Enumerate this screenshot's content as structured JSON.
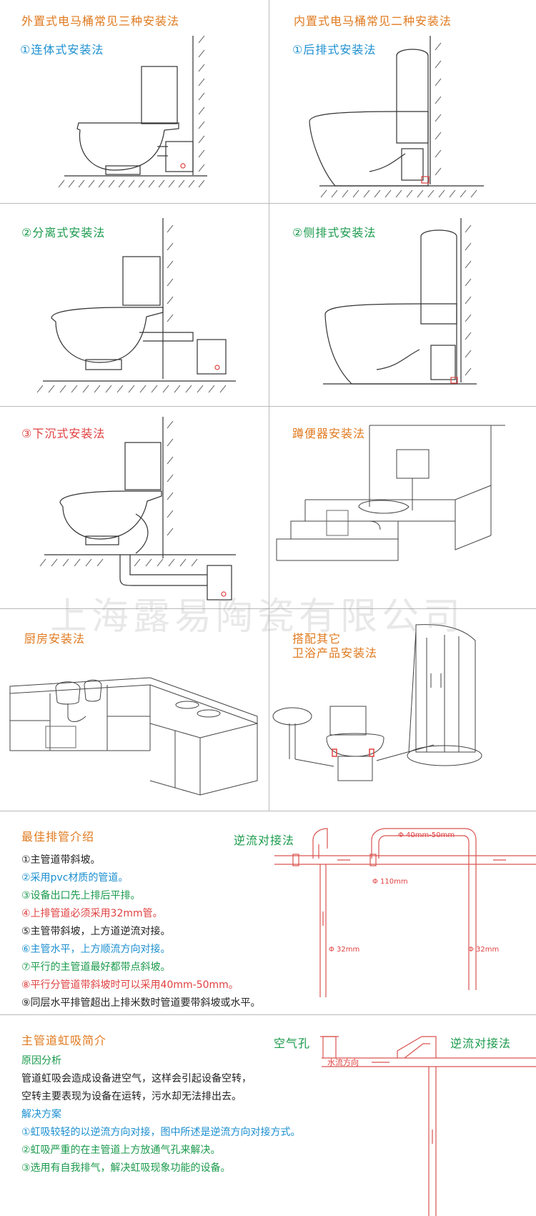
{
  "panels": {
    "ext_title": "外置式电马桶常见三种安装法",
    "int_title": "内置式电马桶常见二种安装法",
    "p1": "①连体式安装法",
    "p2": "①后排式安装法",
    "p3": "②分离式安装法",
    "p4": "②侧排式安装法",
    "p5": "③下沉式安装法",
    "p6": "蹲便器安装法",
    "p7": "厨房安装法",
    "p8a": "搭配其它",
    "p8b": "卫浴产品安装法"
  },
  "watermark": "上海露易陶瓷有限公司",
  "pipes": {
    "title": "最佳排管介绍",
    "diagram_title": "逆流对接法",
    "label_40": "Φ 40mm-50mm",
    "label_110": "Φ 110mm",
    "label_32a": "Φ 32mm",
    "label_32b": "Φ 32mm",
    "items": [
      "①主管道带斜坡。",
      "②采用pvc材质的管道。",
      "③设备出口先上排后平排。",
      "④上排管道必须采用32mm管。",
      "⑤主管带斜坡，上方道逆流对接。",
      "⑥主管水平，上方顺流方向对接。",
      "⑦平行的主管道最好都带点斜坡。",
      "⑧平行分管道带斜坡时可以采用40mm-50mm。",
      "⑨同层水平排管超出上排米数时管道要带斜坡或水平。"
    ]
  },
  "siphon": {
    "title": "主管道虹吸简介",
    "air_hole": "空气孔",
    "counterflow": "逆流对接法",
    "flow_dir": "水流方向",
    "cause_title": "原因分析",
    "cause_1": "管道虹吸会造成设备进空气，这样会引起设备空转，",
    "cause_2": "空转主要表现为设备在运转，污水却无法排出去。",
    "solution_title": "解决方案",
    "sol_1": "①虹吸较轻的以逆流方向对接，图中所述是逆流方向对接方式。",
    "sol_2": "②虹吸严重的在主管道上方放通气孔来解决。",
    "sol_3": "③选用有自我排气，解决虹吸现象功能的设备。"
  },
  "colors": {
    "orange": "#e07a1f",
    "blue": "#1c8fd0",
    "green": "#1a9a4c",
    "red": "#e04040",
    "pipe": "#d9534f"
  }
}
